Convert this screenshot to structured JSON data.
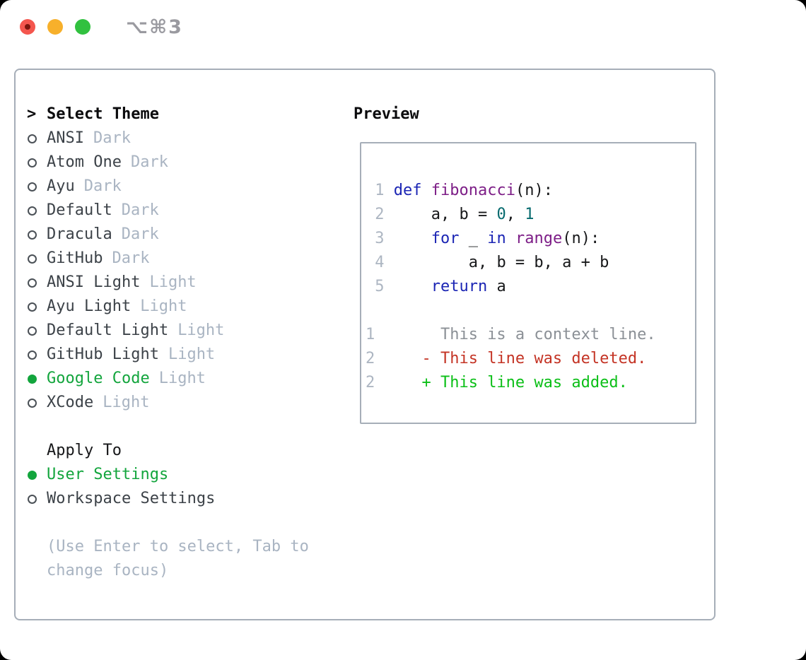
{
  "window": {
    "title": "⌥⌘3"
  },
  "theme_selector": {
    "header_marker": ">",
    "header": "Select Theme",
    "items": [
      {
        "name": "ANSI",
        "variant": "Dark",
        "selected": false
      },
      {
        "name": "Atom One",
        "variant": "Dark",
        "selected": false
      },
      {
        "name": "Ayu",
        "variant": "Dark",
        "selected": false
      },
      {
        "name": "Default",
        "variant": "Dark",
        "selected": false
      },
      {
        "name": "Dracula",
        "variant": "Dark",
        "selected": false
      },
      {
        "name": "GitHub",
        "variant": "Dark",
        "selected": false
      },
      {
        "name": "ANSI Light",
        "variant": "Light",
        "selected": false
      },
      {
        "name": "Ayu Light",
        "variant": "Light",
        "selected": false
      },
      {
        "name": "Default Light",
        "variant": "Light",
        "selected": false
      },
      {
        "name": "GitHub Light",
        "variant": "Light",
        "selected": false
      },
      {
        "name": "Google Code",
        "variant": "Light",
        "selected": true
      },
      {
        "name": "XCode",
        "variant": "Light",
        "selected": false
      }
    ]
  },
  "apply_to": {
    "header": "Apply To",
    "options": [
      {
        "label": "User Settings",
        "selected": true
      },
      {
        "label": "Workspace Settings",
        "selected": false
      }
    ]
  },
  "help_text": "(Use Enter to select, Tab to change focus)",
  "preview": {
    "header": "Preview",
    "code_lines": [
      {
        "num": "1",
        "tokens": [
          {
            "c": "kw",
            "t": "def"
          },
          {
            "c": "pln",
            "t": " "
          },
          {
            "c": "typ",
            "t": "fibonacci"
          },
          {
            "c": "pln",
            "t": "(n):"
          }
        ]
      },
      {
        "num": "2",
        "tokens": [
          {
            "c": "pln",
            "t": "    a, b = "
          },
          {
            "c": "lit",
            "t": "0"
          },
          {
            "c": "pln",
            "t": ", "
          },
          {
            "c": "lit",
            "t": "1"
          }
        ]
      },
      {
        "num": "3",
        "tokens": [
          {
            "c": "pln",
            "t": "    "
          },
          {
            "c": "kw",
            "t": "for"
          },
          {
            "c": "pln",
            "t": " _ "
          },
          {
            "c": "kw",
            "t": "in"
          },
          {
            "c": "pln",
            "t": " "
          },
          {
            "c": "typ",
            "t": "range"
          },
          {
            "c": "pln",
            "t": "(n):"
          }
        ]
      },
      {
        "num": "4",
        "tokens": [
          {
            "c": "pln",
            "t": "        a, b = b, a + b"
          }
        ]
      },
      {
        "num": "5",
        "tokens": [
          {
            "c": "pln",
            "t": "    "
          },
          {
            "c": "kw",
            "t": "return"
          },
          {
            "c": "pln",
            "t": " a"
          }
        ]
      }
    ],
    "diff_lines": [
      {
        "num": "1",
        "kind": "context",
        "text": "       This is a context line."
      },
      {
        "num": "2",
        "kind": "deleted",
        "text": "     - This line was deleted."
      },
      {
        "num": "2",
        "kind": "added",
        "text": "     + This line was added."
      }
    ]
  },
  "colors": {
    "accent-green": "#13a53d",
    "traffic-red": "#f4564e",
    "traffic-red-dot": "#7c150d",
    "traffic-yellow": "#f7b02b",
    "traffic-green": "#31c13f",
    "title-gray": "#9a9aa0",
    "panel-border": "#a6aeb8",
    "header-text": "#0b0b0d",
    "item-text": "#3c4248",
    "muted": "#a9b4c2",
    "marker": "#4a5056",
    "code-keyword": "#1b25b4",
    "code-type": "#7d1e87",
    "code-literal": "#056a6e",
    "code-plain": "#17181a",
    "line-number": "#adb6c2",
    "diff-context": "#8b9096",
    "diff-deleted": "#c43425",
    "diff-added": "#0bbf17"
  }
}
